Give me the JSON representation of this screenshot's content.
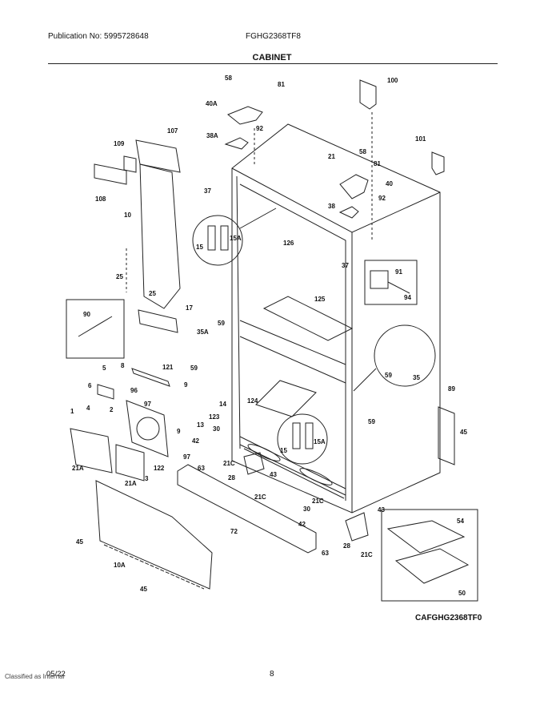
{
  "header": {
    "publication": "Publication No: 5995728648",
    "model": "FGHG2368TF8",
    "section_title": "CABINET"
  },
  "footer": {
    "diagram_code": "CAFGHG2368TF0",
    "date": "05/22",
    "classification": "Classified as Internal",
    "page_number": "8"
  },
  "callouts": [
    {
      "id": "c58a",
      "text": "58"
    },
    {
      "id": "c81a",
      "text": "81"
    },
    {
      "id": "c100",
      "text": "100"
    },
    {
      "id": "c40A",
      "text": "40A"
    },
    {
      "id": "c92a",
      "text": "92"
    },
    {
      "id": "c38A",
      "text": "38A"
    },
    {
      "id": "c107",
      "text": "107"
    },
    {
      "id": "c109",
      "text": "109"
    },
    {
      "id": "c101",
      "text": "101"
    },
    {
      "id": "c21a",
      "text": "21"
    },
    {
      "id": "c58b",
      "text": "58"
    },
    {
      "id": "c81b",
      "text": "81"
    },
    {
      "id": "c40",
      "text": "40"
    },
    {
      "id": "c92b",
      "text": "92"
    },
    {
      "id": "c38",
      "text": "38"
    },
    {
      "id": "c37a",
      "text": "37"
    },
    {
      "id": "c108",
      "text": "108"
    },
    {
      "id": "c10",
      "text": "10"
    },
    {
      "id": "c15a",
      "text": "15"
    },
    {
      "id": "c15Aa",
      "text": "15A"
    },
    {
      "id": "c126",
      "text": "126"
    },
    {
      "id": "c37b",
      "text": "37"
    },
    {
      "id": "c91",
      "text": "91"
    },
    {
      "id": "c94",
      "text": "94"
    },
    {
      "id": "c25a",
      "text": "25"
    },
    {
      "id": "c25b",
      "text": "25"
    },
    {
      "id": "c17",
      "text": "17"
    },
    {
      "id": "c125",
      "text": "125"
    },
    {
      "id": "c90",
      "text": "90"
    },
    {
      "id": "c59a",
      "text": "59"
    },
    {
      "id": "c35A",
      "text": "35A"
    },
    {
      "id": "c59b",
      "text": "59"
    },
    {
      "id": "c59c",
      "text": "59"
    },
    {
      "id": "c35",
      "text": "35"
    },
    {
      "id": "c5",
      "text": "5"
    },
    {
      "id": "c8",
      "text": "8"
    },
    {
      "id": "c121",
      "text": "121"
    },
    {
      "id": "c6",
      "text": "6"
    },
    {
      "id": "c96",
      "text": "96"
    },
    {
      "id": "c9a",
      "text": "9"
    },
    {
      "id": "c97a",
      "text": "97"
    },
    {
      "id": "c14",
      "text": "14"
    },
    {
      "id": "c124",
      "text": "124"
    },
    {
      "id": "c89",
      "text": "89"
    },
    {
      "id": "c123",
      "text": "123"
    },
    {
      "id": "c1",
      "text": "1"
    },
    {
      "id": "c4",
      "text": "4"
    },
    {
      "id": "c2",
      "text": "2"
    },
    {
      "id": "c13",
      "text": "13"
    },
    {
      "id": "c9b",
      "text": "9"
    },
    {
      "id": "c59d",
      "text": "59"
    },
    {
      "id": "c30a",
      "text": "30"
    },
    {
      "id": "c45a",
      "text": "45"
    },
    {
      "id": "c42a",
      "text": "42"
    },
    {
      "id": "c15Ab",
      "text": "15A"
    },
    {
      "id": "c97b",
      "text": "97"
    },
    {
      "id": "c15b",
      "text": "15"
    },
    {
      "id": "c21Ca",
      "text": "21C"
    },
    {
      "id": "c63a",
      "text": "63"
    },
    {
      "id": "c21Aa",
      "text": "21A"
    },
    {
      "id": "c3",
      "text": "3"
    },
    {
      "id": "c122",
      "text": "122"
    },
    {
      "id": "c21Ab",
      "text": "21A"
    },
    {
      "id": "c28a",
      "text": "28"
    },
    {
      "id": "c43a",
      "text": "43"
    },
    {
      "id": "c21Cb",
      "text": "21C"
    },
    {
      "id": "c21Cc",
      "text": "21C"
    },
    {
      "id": "c43b",
      "text": "43"
    },
    {
      "id": "c30b",
      "text": "30"
    },
    {
      "id": "c54",
      "text": "54"
    },
    {
      "id": "c72",
      "text": "72"
    },
    {
      "id": "c42b",
      "text": "42"
    },
    {
      "id": "c45b",
      "text": "45"
    },
    {
      "id": "c63b",
      "text": "63"
    },
    {
      "id": "c28b",
      "text": "28"
    },
    {
      "id": "c21Cd",
      "text": "21C"
    },
    {
      "id": "c10A",
      "text": "10A"
    },
    {
      "id": "c50",
      "text": "50"
    },
    {
      "id": "c45c",
      "text": "45"
    }
  ]
}
